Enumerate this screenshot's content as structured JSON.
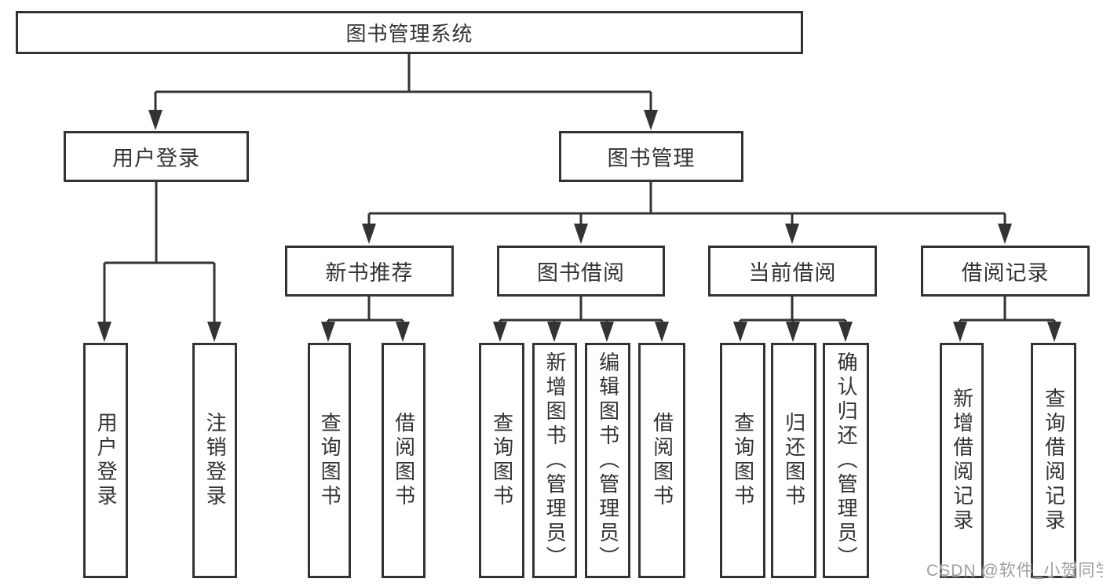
{
  "diagram": {
    "title": "图书管理系统",
    "branches": [
      {
        "label": "用户登录",
        "children": [
          "用户登录",
          "注销登录"
        ]
      },
      {
        "label": "图书管理",
        "children": [
          {
            "label": "新书推荐",
            "children": [
              "查询图书",
              "借阅图书"
            ]
          },
          {
            "label": "图书借阅",
            "children": [
              "查询图书",
              "新增图书（管理员）",
              "编辑图书（管理员）",
              "借阅图书"
            ]
          },
          {
            "label": "当前借阅",
            "children": [
              "查询图书",
              "归还图书",
              "确认归还（管理员）"
            ]
          },
          {
            "label": "借阅记录",
            "children": [
              "新增借阅记录",
              "查询借阅记录"
            ]
          }
        ]
      }
    ]
  },
  "watermark": "CSDN @软件_小贺同学",
  "colors": {
    "line": "#333333",
    "text": "#333333",
    "background": "#ffffff",
    "watermark": "#9e9e9e"
  }
}
